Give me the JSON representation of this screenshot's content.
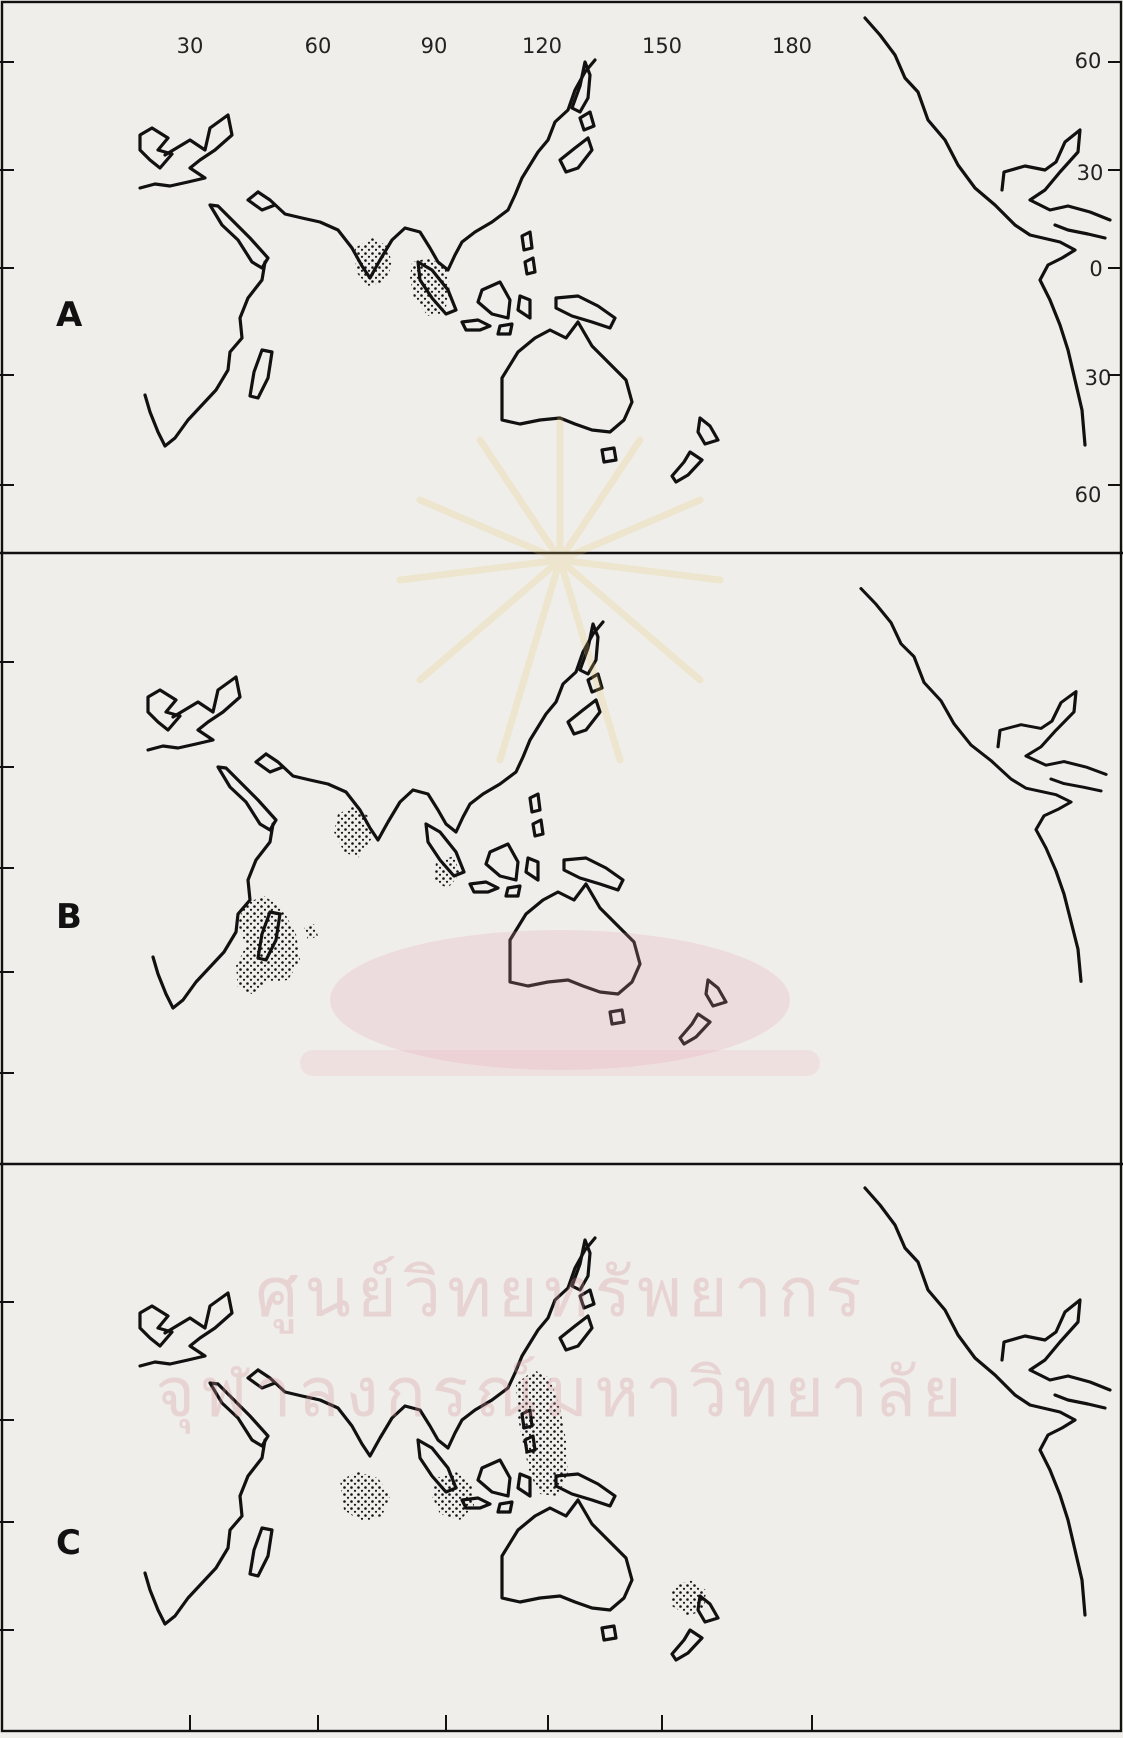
{
  "map": {
    "top_axis_labels": [
      "30",
      "60",
      "90",
      "120",
      "150",
      "180"
    ],
    "right_axis_labels": [
      "60",
      "30",
      "0",
      "30",
      "60"
    ],
    "panels": [
      {
        "letter": "A"
      },
      {
        "letter": "B"
      },
      {
        "letter": "C"
      }
    ]
  },
  "watermark": {
    "line1": "ศูนย์วิทยทรัพยากร",
    "line2": "จุฬาลงกรณ์มหาวิทยาลัย",
    "color": "#d696a0"
  },
  "colors": {
    "paper": "#efeeea",
    "ink": "#111111"
  }
}
